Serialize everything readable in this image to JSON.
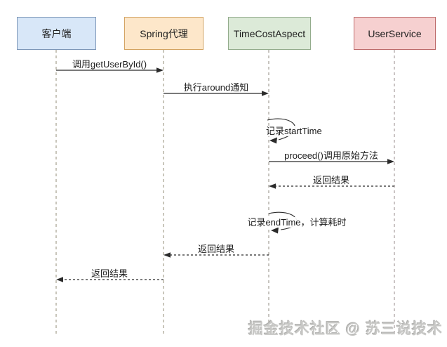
{
  "diagram": {
    "title_hint": "AOP around advice time-cost sequence diagram",
    "participants": [
      {
        "id": "client",
        "label": "客户端",
        "fill": "#d8e7f8",
        "border": "#7d97b8"
      },
      {
        "id": "proxy",
        "label": "Spring代理",
        "fill": "#fde7ca",
        "border": "#d3a362"
      },
      {
        "id": "aspect",
        "label": "TimeCostAspect",
        "fill": "#dcead8",
        "border": "#93ac8c"
      },
      {
        "id": "service",
        "label": "UserService",
        "fill": "#f6d0d0",
        "border": "#bd6b6b"
      }
    ],
    "messages": [
      {
        "label": "调用getUserById()",
        "from": "客户端",
        "to": "Spring代理",
        "line": "solid"
      },
      {
        "label": "执行around通知",
        "from": "Spring代理",
        "to": "TimeCostAspect",
        "line": "solid"
      },
      {
        "label": "记录startTime",
        "from": "TimeCostAspect",
        "to": "TimeCostAspect",
        "line": "self"
      },
      {
        "label": "proceed()调用原始方法",
        "from": "TimeCostAspect",
        "to": "UserService",
        "line": "solid"
      },
      {
        "label": "返回结果",
        "from": "UserService",
        "to": "TimeCostAspect",
        "line": "dashed"
      },
      {
        "label": "记录endTime，计算耗时",
        "from": "TimeCostAspect",
        "to": "TimeCostAspect",
        "line": "self"
      },
      {
        "label": "返回结果",
        "from": "TimeCostAspect",
        "to": "Spring代理",
        "line": "dashed"
      },
      {
        "label": "返回结果",
        "from": "Spring代理",
        "to": "客户端",
        "line": "dashed"
      }
    ],
    "watermark": "掘金技术社区 @ 苏三说技术"
  }
}
